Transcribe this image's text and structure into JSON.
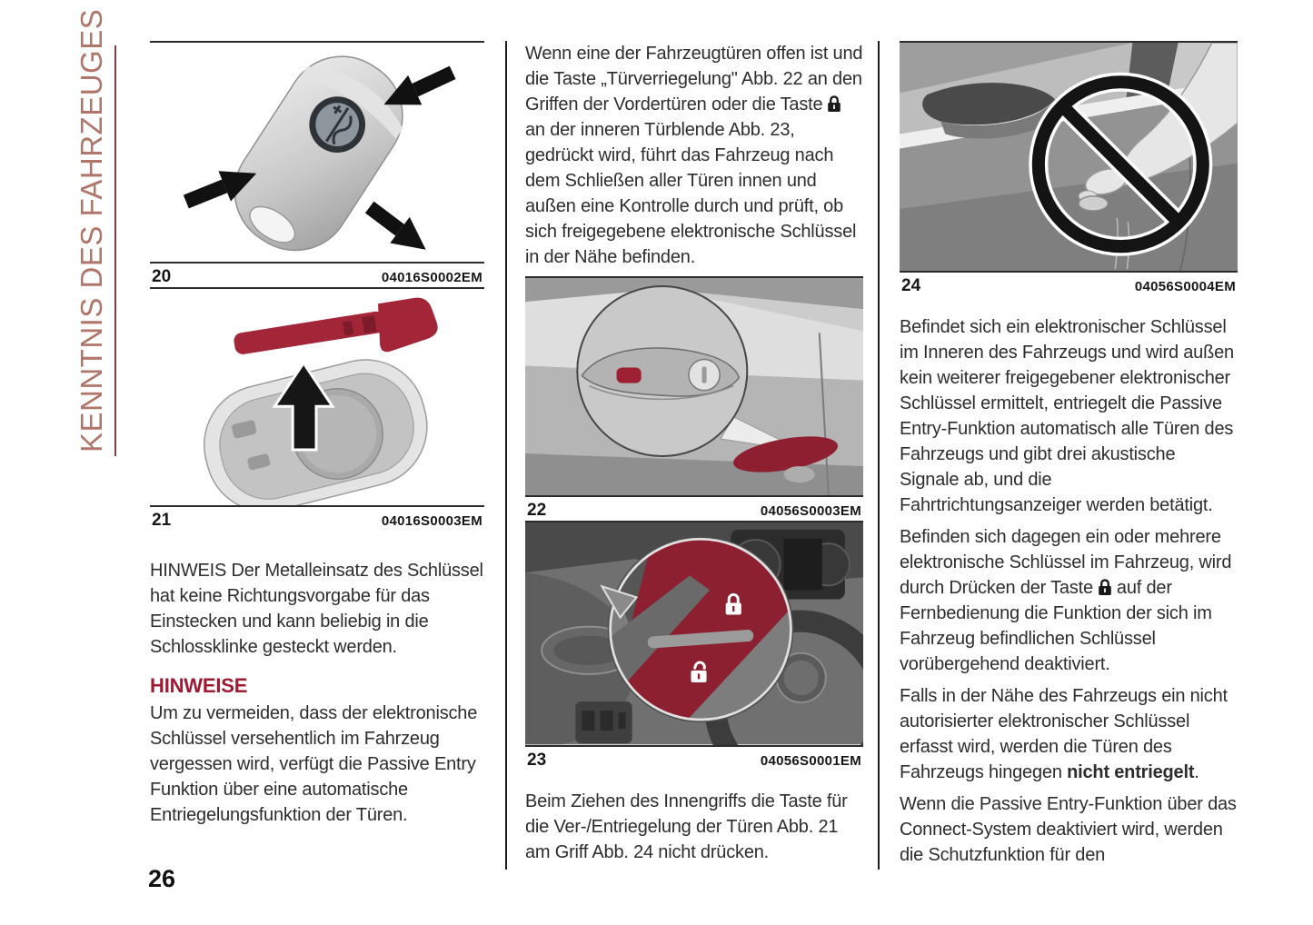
{
  "sidebar": {
    "title": "KENNTNIS DES FAHRZEUGES"
  },
  "page_number": "26",
  "colors": {
    "accent_red": "#9e1b32",
    "figure_red": "#8e1f30",
    "sidebar_text": "#b1766a",
    "body_text": "#2d2d2d"
  },
  "icons": {
    "lock": "lock-icon",
    "unlock": "unlock-icon",
    "prohibition": "no-sign-icon"
  },
  "figures": {
    "f20": {
      "number": "20",
      "code": "04016S0002EM"
    },
    "f21": {
      "number": "21",
      "code": "04016S0003EM"
    },
    "f22": {
      "number": "22",
      "code": "04056S0003EM"
    },
    "f23": {
      "number": "23",
      "code": "04056S0001EM"
    },
    "f24": {
      "number": "24",
      "code": "04056S0004EM"
    }
  },
  "left": {
    "note_text": "HINWEIS Der Metalleinsatz des Schlüssel hat keine Richtungsvorgabe für das Einstecken und kann beliebig in die Schlossklinke gesteckt werden.",
    "hinweise_heading": "HINWEISE",
    "hinweise_text": "Um zu vermeiden, dass der elektronische Schlüssel versehentlich im Fahrzeug vergessen wird, verfügt die Passive Entry Funktion über eine automatische Entriegelungsfunktion der Türen."
  },
  "middle": {
    "intro_before_lock": "Wenn eine der Fahrzeugtüren offen ist und die Taste „Türverriegelung\" Abb. 22 an den Griffen der Vordertüren oder die Taste",
    "intro_after_lock": "an der inneren Türblende Abb. 23, gedrückt wird, führt das Fahrzeug nach dem Schließen aller Türen innen und außen eine Kontrolle durch und prüft, ob sich freigegebene elektronische Schlüssel in der Nähe befinden.",
    "bottom_text": "Beim Ziehen des Innengriffs die Taste für die Ver-/Entriegelung der Türen Abb. 21 am Griff Abb. 24 nicht drücken."
  },
  "right": {
    "para1": "Befindet sich ein elektronischer Schlüssel im Inneren des Fahrzeugs und wird außen kein weiterer freigegebener elektronischer Schlüssel ermittelt, entriegelt die Passive Entry-Funktion automatisch alle Türen des Fahrzeugs und gibt drei akustische Signale ab, und die Fahrtrichtungsanzeiger werden betätigt.",
    "para2_before_lock": "Befinden sich dagegen ein oder mehrere elektronische Schlüssel im Fahrzeug, wird durch Drücken der Taste",
    "para2_after_lock": "auf der Fernbedienung die Funktion der sich im Fahrzeug befindlichen Schlüssel vorübergehend deaktiviert.",
    "para3_before_bold": "Falls in der Nähe des Fahrzeugs ein nicht autorisierter elektronischer Schlüssel erfasst wird, werden die Türen des Fahrzeugs hingegen ",
    "para3_bold": "nicht entriegelt",
    "para3_after_bold": ".",
    "para4": "Wenn die Passive Entry-Funktion über das Connect-System deaktiviert wird, werden die Schutzfunktion für den"
  }
}
